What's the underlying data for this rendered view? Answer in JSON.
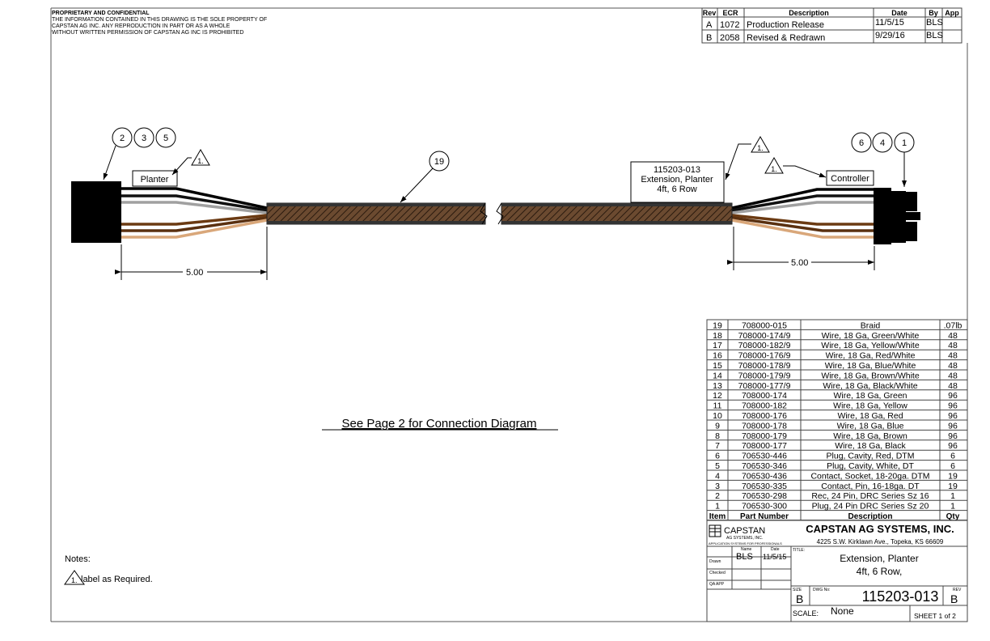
{
  "notice": {
    "title": "PROPRIETARY AND CONFIDENTIAL",
    "lines": [
      "THE INFORMATION CONTAINED IN THIS DRAWING IS THE SOLE PROPERTY OF",
      "CAPSTAN AG INC. ANY REPRODUCTION IN PART OR AS A WHOLE",
      "WITHOUT WRITTEN PERMISSION OF CAPSTAN AG INC IS PROHIBITED"
    ]
  },
  "revisions": {
    "headers": [
      "Rev",
      "ECR",
      "Description",
      "Date",
      "By",
      "App"
    ],
    "rows": [
      {
        "rev": "A",
        "ecr": "1072",
        "description": "Production Release",
        "date": "11/5/15",
        "by": "BLS",
        "app": ""
      },
      {
        "rev": "B",
        "ecr": "2058",
        "description": "Revised & Redrawn",
        "date": "9/29/16",
        "by": "BLS",
        "app": ""
      }
    ]
  },
  "drawing": {
    "left_balloons": [
      "2",
      "3",
      "5"
    ],
    "right_balloons": [
      "6",
      "4",
      "1"
    ],
    "braid_balloon": "19",
    "note_flag": "1.",
    "left_label": "Planter",
    "right_label": "Controller",
    "part_label": [
      "115203-013",
      "Extension, Planter",
      "4ft, 6 Row"
    ],
    "left_dimension": "5.00",
    "right_dimension": "5.00",
    "wire_colors": [
      "#000000",
      "#111111",
      "#a0a0a0",
      "#6b3a12",
      "#5a3010",
      "#d9a77a"
    ],
    "braid_color": "#6b4a30"
  },
  "see_page": "See Page 2 for Connection Diagram",
  "notes": {
    "heading": "Notes:",
    "flag": "1.",
    "text": "label as Required."
  },
  "bom": {
    "headers": [
      "Item",
      "Part Number",
      "Description",
      "Qty"
    ],
    "rows": [
      {
        "item": "19",
        "part": "708000-015",
        "desc": "Braid",
        "qty": ".07lb"
      },
      {
        "item": "18",
        "part": "708000-174/9",
        "desc": "Wire, 18 Ga, Green/White",
        "qty": "48"
      },
      {
        "item": "17",
        "part": "708000-182/9",
        "desc": "Wire, 18 Ga, Yellow/White",
        "qty": "48"
      },
      {
        "item": "16",
        "part": "708000-176/9",
        "desc": "Wire, 18 Ga, Red/White",
        "qty": "48"
      },
      {
        "item": "15",
        "part": "708000-178/9",
        "desc": "Wire, 18 Ga, Blue/White",
        "qty": "48"
      },
      {
        "item": "14",
        "part": "708000-179/9",
        "desc": "Wire, 18 Ga, Brown/White",
        "qty": "48"
      },
      {
        "item": "13",
        "part": "708000-177/9",
        "desc": "Wire, 18 Ga, Black/White",
        "qty": "48"
      },
      {
        "item": "12",
        "part": "708000-174",
        "desc": "Wire, 18 Ga, Green",
        "qty": "96"
      },
      {
        "item": "11",
        "part": "708000-182",
        "desc": "Wire, 18 Ga, Yellow",
        "qty": "96"
      },
      {
        "item": "10",
        "part": "708000-176",
        "desc": "Wire, 18 Ga, Red",
        "qty": "96"
      },
      {
        "item": "9",
        "part": "708000-178",
        "desc": "Wire, 18 Ga, Blue",
        "qty": "96"
      },
      {
        "item": "8",
        "part": "708000-179",
        "desc": "Wire, 18 Ga, Brown",
        "qty": "96"
      },
      {
        "item": "7",
        "part": "708000-177",
        "desc": "Wire, 18 Ga, Black",
        "qty": "96"
      },
      {
        "item": "6",
        "part": "706530-446",
        "desc": "Plug, Cavity, Red, DTM",
        "qty": "6"
      },
      {
        "item": "5",
        "part": "706530-346",
        "desc": "Plug, Cavity, White, DT",
        "qty": "6"
      },
      {
        "item": "4",
        "part": "706530-436",
        "desc": "Contact, Socket, 18-20ga. DTM",
        "qty": "19"
      },
      {
        "item": "3",
        "part": "706530-335",
        "desc": "Contact, Pin, 16-18ga. DT",
        "qty": "19"
      },
      {
        "item": "2",
        "part": "706530-298",
        "desc": "Rec, 24 Pin, DRC Series Sz 16",
        "qty": "1"
      },
      {
        "item": "1",
        "part": "706530-300",
        "desc": "Plug, 24 Pin DRC Series Sz 20",
        "qty": "1"
      }
    ]
  },
  "title_block": {
    "logo_name": "CAPSTAN",
    "logo_sub": "AG SYSTEMS, INC.",
    "logo_tagline": "APPLICATION SYSTEMS FOR PROFESSIONALS",
    "company": "CAPSTAN AG SYSTEMS, INC.",
    "address": "4225 S.W. Kirklawn Ave., Topeka, KS 66609",
    "name_label": "Name",
    "date_label": "Date",
    "drawn_label": "Drawn",
    "checked_label": "Checked",
    "qa_label": "QA APP",
    "drawn_by": "BLS",
    "drawn_date": "11/5/15",
    "title_label": "TITLE:",
    "title_line1": "Extension, Planter",
    "title_line2": "4ft, 6 Row,",
    "size_label": "SIZE",
    "size": "B",
    "dwg_label": "DWG No:",
    "dwg_no": "115203-013",
    "rev_label": "REV",
    "rev": "B",
    "scale_label": "SCALE:",
    "scale": "None",
    "sheet": "SHEET 1 of 2"
  }
}
